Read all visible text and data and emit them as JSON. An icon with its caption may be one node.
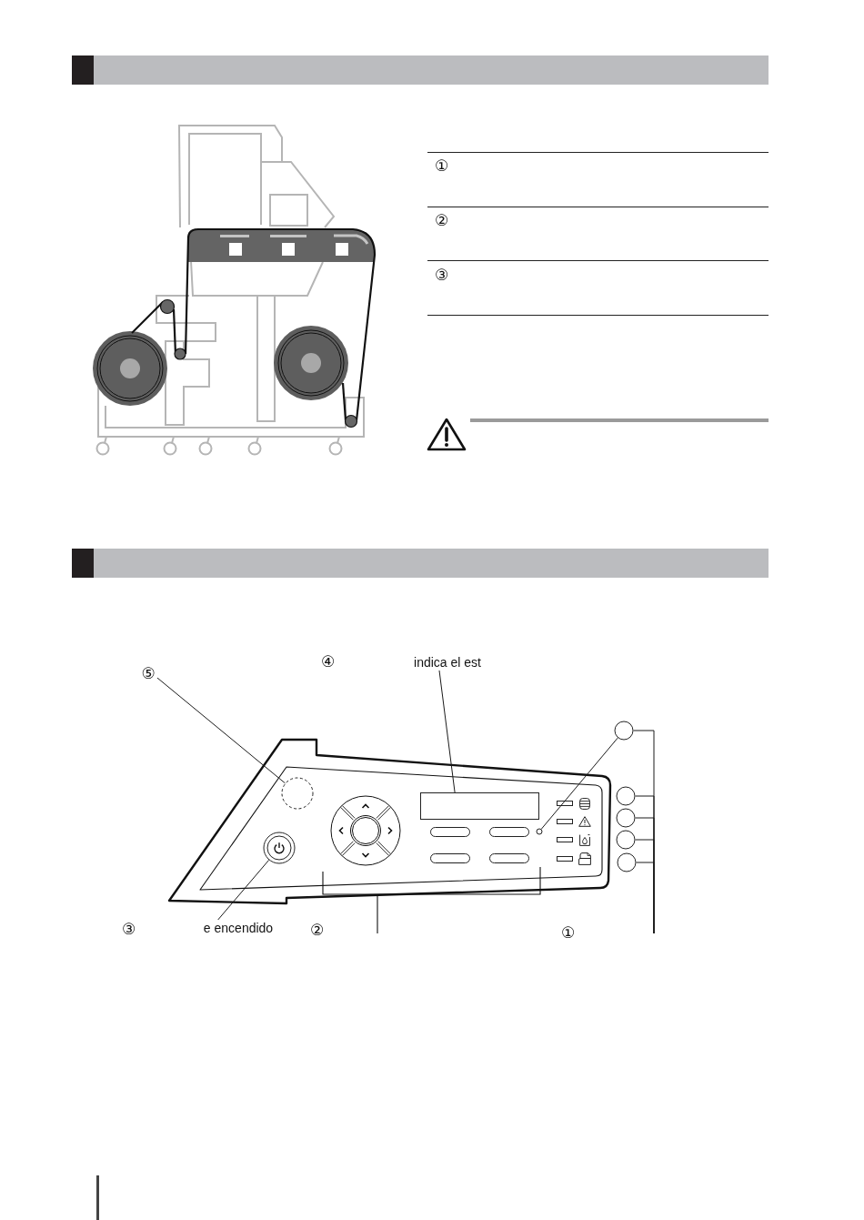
{
  "diagram": {
    "nodes": [
      {
        "text": [
          "⑤"
        ]
      },
      {
        "text": [],
        "shape": "circle"
      },
      {
        "text": [
          "indica el est"
        ]
      },
      {
        "text": [],
        "shape": "box"
      },
      {
        "text": [
          "e encendido"
        ]
      },
      {
        "text": [],
        "shape": "circle"
      },
      {
        "text": [],
        "shape": "circle"
      },
      {
        "text": [],
        "shape": "circle"
      },
      {
        "text": [],
        "shape": "circle"
      },
      {
        "text": [],
        "shape": "circle"
      },
      {
        "text": [],
        "shape": "circle"
      },
      {
        "text": [],
        "shape": "circle"
      }
    ],
    "edges": [
      {
        "from": 0,
        "to": 1,
        "arrow": "none"
      },
      {
        "from": 2,
        "to": 3,
        "arrow": "none"
      },
      {
        "from": 4,
        "to": 5,
        "arrow": "none"
      },
      {
        "from": 6,
        "to": 11,
        "arrow": "none"
      },
      {
        "from": null,
        "to": 6,
        "arrow": "none"
      },
      {
        "from": null,
        "to": 7,
        "arrow": "none"
      },
      {
        "from": null,
        "to": 8,
        "arrow": "none"
      },
      {
        "from": null,
        "to": 9,
        "arrow": "none"
      },
      {
        "from": null,
        "to": 10,
        "arrow": "none"
      }
    ],
    "labels": [
      "①",
      "②",
      "③",
      "④",
      "③",
      "②",
      "①"
    ]
  }
}
